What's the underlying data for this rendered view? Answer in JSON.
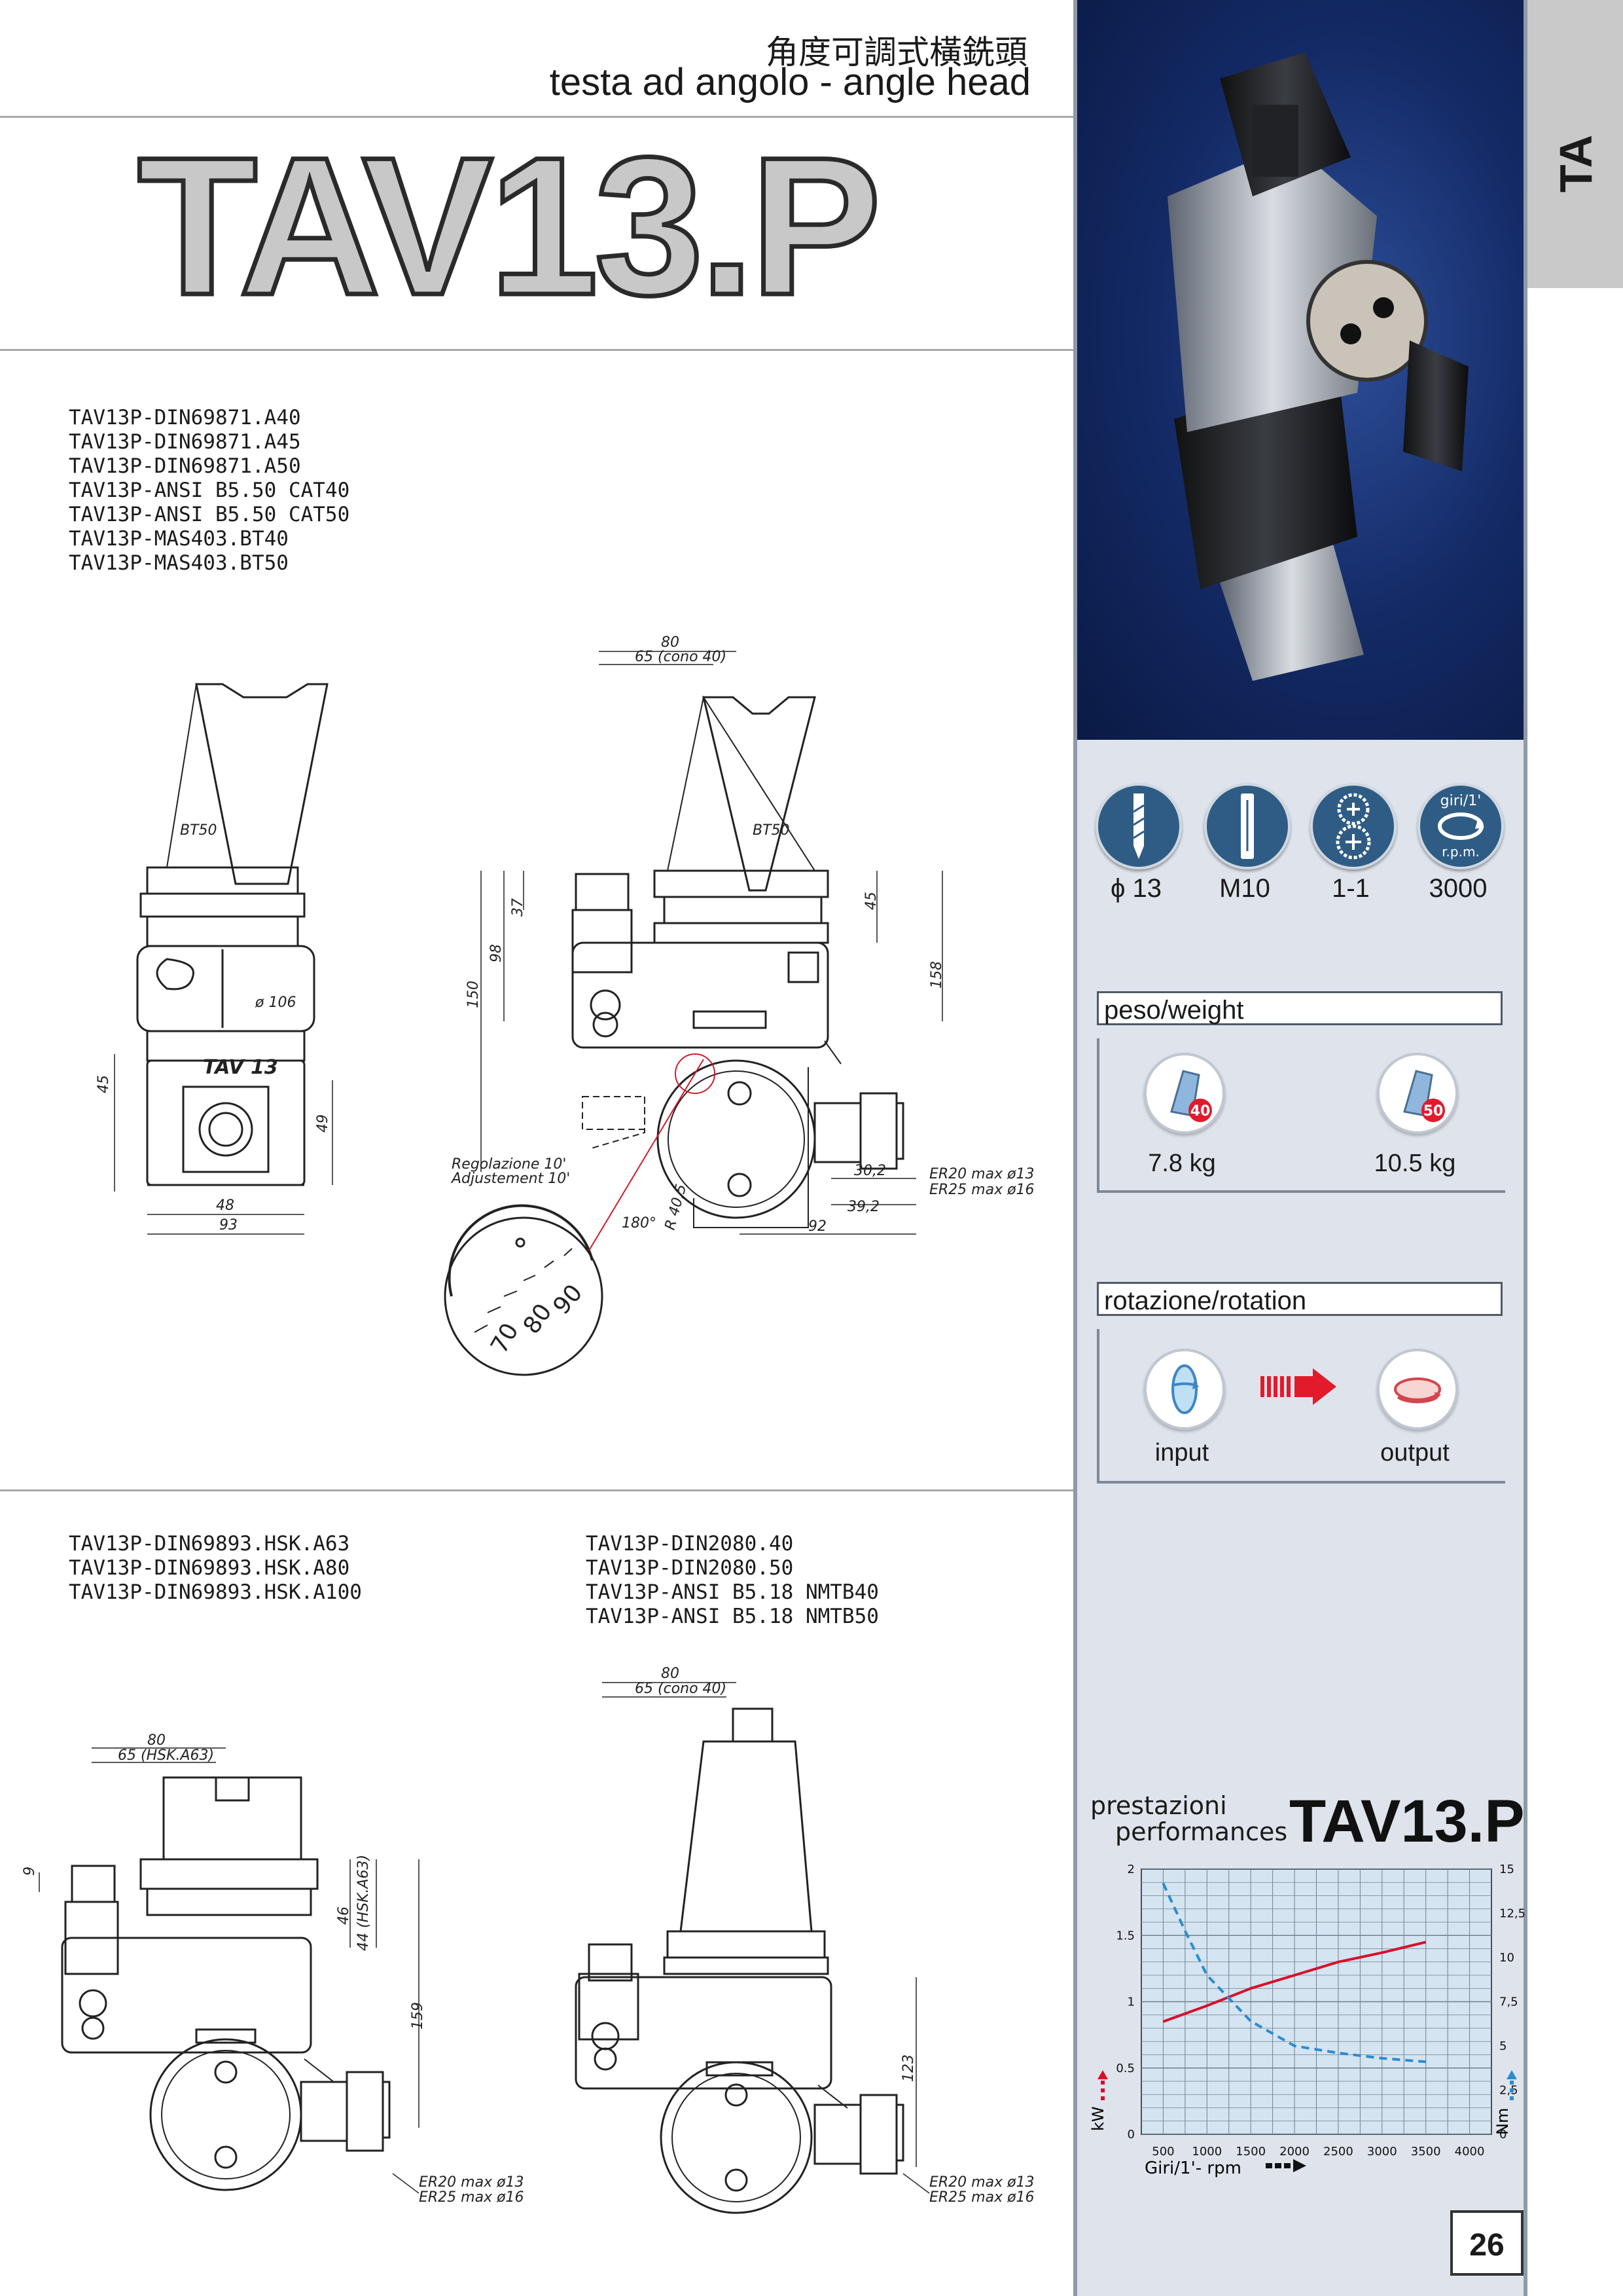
{
  "header": {
    "title_cn": "角度可調式橫銑頭",
    "subtitle": "testa ad angolo - angle head",
    "model": "TAV13.P"
  },
  "tab_label": "TA",
  "page_number": "26",
  "section1": {
    "codes": [
      "TAV13P-DIN69871.A40",
      "TAV13P-DIN69871.A45",
      "TAV13P-DIN69871.A50",
      "TAV13P-ANSI B5.50 CAT40",
      "TAV13P-ANSI B5.50 CAT50",
      "TAV13P-MAS403.BT40",
      "TAV13P-MAS403.BT50"
    ],
    "drawing": {
      "bt50_a": "BT50",
      "bt50_b": "BT50",
      "d106": "ø 106",
      "tav13": "TAV 13",
      "d45": "45",
      "d49": "49",
      "d48": "48",
      "d93": "93",
      "d80": "80",
      "d65": "65 (cono 40)",
      "d37": "37",
      "d98": "98",
      "d150": "150",
      "d45b": "45",
      "d158": "158",
      "reg1": "Regolazione 10'",
      "reg2": "Adjustement 10'",
      "d302": "30,2",
      "d392": "39,2",
      "d92": "92",
      "d180": "180°",
      "r405": "R 40,5",
      "er1": "ER20 max ø13",
      "er2": "ER25 max ø16",
      "zoom": [
        "70",
        "80",
        "90"
      ]
    }
  },
  "section2": {
    "codes_left": [
      "TAV13P-DIN69893.HSK.A63",
      "TAV13P-DIN69893.HSK.A80",
      "TAV13P-DIN69893.HSK.A100"
    ],
    "codes_right": [
      "TAV13P-DIN2080.40",
      "TAV13P-DIN2080.50",
      "TAV13P-ANSI B5.18 NMTB40",
      "TAV13P-ANSI B5.18 NMTB50"
    ],
    "drawing_left": {
      "d80": "80",
      "d65": "65 (HSK.A63)",
      "d9": "9",
      "d46": "46",
      "d44": "44 (HSK.A63)",
      "d159": "159",
      "er1": "ER20 max ø13",
      "er2": "ER25 max ø16"
    },
    "drawing_right": {
      "d80": "80",
      "d65": "65 (cono 40)",
      "d123": "123",
      "er1": "ER20 max ø13",
      "er2": "ER25 max ø16"
    }
  },
  "specs": {
    "rpm_badge_top": "giri/1'",
    "rpm_badge_bottom": "r.p.m.",
    "items": [
      {
        "icon": "drill-icon",
        "value": "ϕ 13"
      },
      {
        "icon": "tap-icon",
        "value": "M10"
      },
      {
        "icon": "gear-ratio-icon",
        "value": "1-1"
      },
      {
        "icon": "rpm-icon",
        "value": "3000"
      }
    ]
  },
  "weight": {
    "heading": "peso/weight",
    "items": [
      {
        "icon": "taper-40-icon",
        "badge": "40",
        "value": "7.8 kg"
      },
      {
        "icon": "taper-50-icon",
        "badge": "50",
        "value": "10.5 kg"
      }
    ]
  },
  "rotation": {
    "heading": "rotazione/rotation",
    "input_label": "input",
    "output_label": "output"
  },
  "performance": {
    "label_it": "prestazioni",
    "label_en": "performances",
    "model": "TAV13.P"
  },
  "chart_data": {
    "type": "line",
    "title": "TAV13.P",
    "xlabel": "Giri/1'- rpm",
    "ylabel": "kW",
    "y2label": "Nm",
    "x_ticks": [
      "500",
      "1000",
      "1500",
      "2000",
      "2500",
      "3000",
      "3500",
      "4000"
    ],
    "y_ticks": [
      "0",
      "0.5",
      "1",
      "1.5",
      "2"
    ],
    "y2_ticks": [
      "0",
      "2,5",
      "5",
      "7,5",
      "10",
      "12,5",
      "15"
    ],
    "xlim": [
      250,
      4250
    ],
    "ylim": [
      0,
      2
    ],
    "y2lim": [
      0,
      15
    ],
    "grid": true,
    "series": [
      {
        "axis": "left",
        "color": "#d8102a",
        "style": "solid",
        "x": [
          500,
          1000,
          1500,
          2000,
          2500,
          3000,
          3500
        ],
        "y": [
          0.85,
          0.97,
          1.1,
          1.2,
          1.3,
          1.37,
          1.45
        ]
      },
      {
        "axis": "right",
        "color": "#2a8ccf",
        "style": "dashed",
        "x": [
          500,
          750,
          1000,
          1500,
          2000,
          2500,
          3000,
          3500
        ],
        "y": [
          14.2,
          11.5,
          9.0,
          6.4,
          5.0,
          4.6,
          4.3,
          4.1
        ]
      }
    ]
  }
}
